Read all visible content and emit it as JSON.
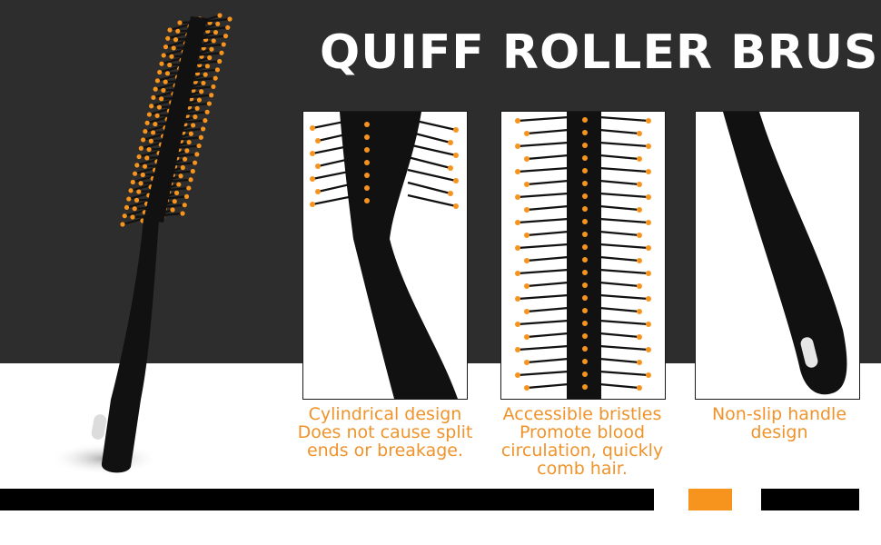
{
  "title": "QUIFF ROLLER BRUSH",
  "colors": {
    "dark_bg": "#2d2d2d",
    "accent": "#f7941d",
    "caption": "#f0932b",
    "brush": "#111111"
  },
  "panels": [
    {
      "image": "brush-neck-closeup",
      "lines": [
        "Cylindrical design",
        "Does not cause split",
        "ends or breakage."
      ]
    },
    {
      "image": "bristles-closeup",
      "lines": [
        "Accessible bristles",
        "Promote blood",
        "circulation, quickly",
        "comb hair."
      ]
    },
    {
      "image": "handle-closeup",
      "lines": [
        "Non-slip handle",
        "design"
      ]
    }
  ]
}
